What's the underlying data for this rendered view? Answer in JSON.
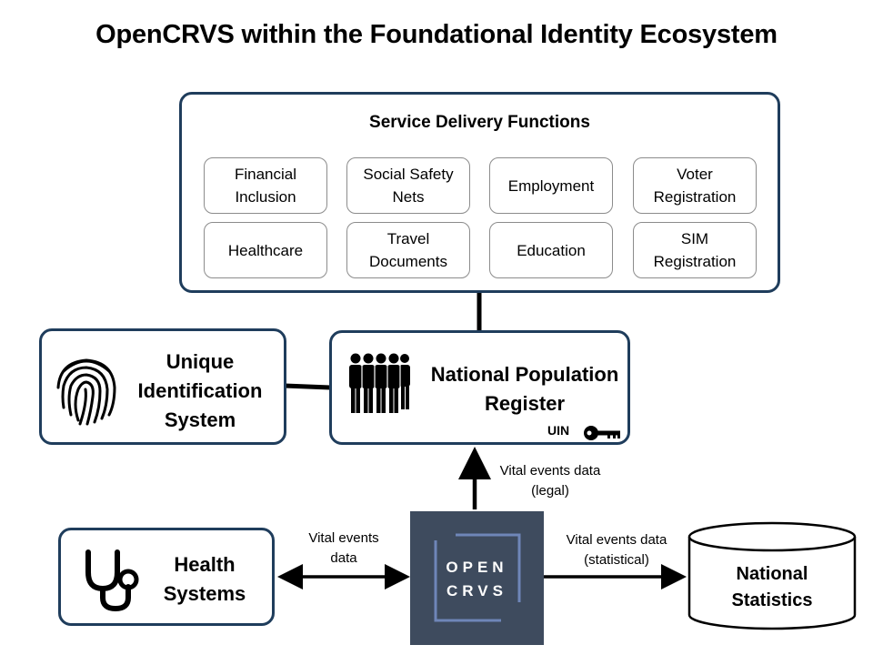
{
  "title": "OpenCRVS within the Foundational Identity Ecosystem",
  "service_delivery": {
    "title": "Service Delivery Functions",
    "functions": [
      "Financial\nInclusion",
      "Social Safety\nNets",
      "Employment",
      "Voter\nRegistration",
      "Healthcare",
      "Travel\nDocuments",
      "Education",
      "SIM\nRegistration"
    ]
  },
  "unique_id": {
    "label": "Unique\nIdentification\nSystem",
    "icon": "fingerprint-icon"
  },
  "npr": {
    "label": "National Population\nRegister",
    "icon": "people-icon",
    "uin_label": "UIN",
    "key_icon": "key-icon"
  },
  "health": {
    "label": "Health\nSystems",
    "icon": "stethoscope-icon"
  },
  "opencrvs": {
    "line1": "OPEN",
    "line2": "CRVS"
  },
  "national_statistics": {
    "label": "National\nStatistics"
  },
  "edges": {
    "health_opencrvs": "Vital events\ndata",
    "opencrvs_npr": "Vital events data\n(legal)",
    "opencrvs_stats": "Vital events data\n(statistical)"
  },
  "colors": {
    "border": "#1f3d5c",
    "opencrvs_bg": "#3e4b5e",
    "opencrvs_accent": "#7f9bd6"
  }
}
